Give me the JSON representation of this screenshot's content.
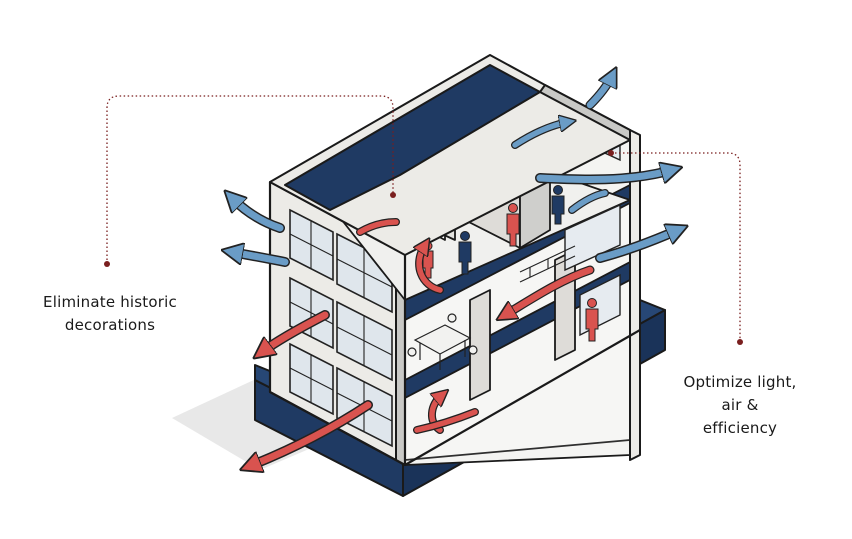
{
  "annotations": {
    "left": {
      "lines": [
        "Eliminate historic",
        "decorations"
      ]
    },
    "right": {
      "lines": [
        "Optimize light,",
        "air &",
        "efficiency"
      ]
    }
  },
  "colors": {
    "navy": "#1f3a63",
    "wall_light": "#ecebe7",
    "wall_shade": "#c9c9c6",
    "floor": "#f4f4f2",
    "ink": "#222222",
    "warm_air": "#d9534f",
    "cool_air": "#5b8db8",
    "leader": "#7a1f1f"
  },
  "icons": [
    "building-cutaway",
    "person-icon",
    "airflow-arrow",
    "dining-table-icon",
    "window-icon"
  ]
}
